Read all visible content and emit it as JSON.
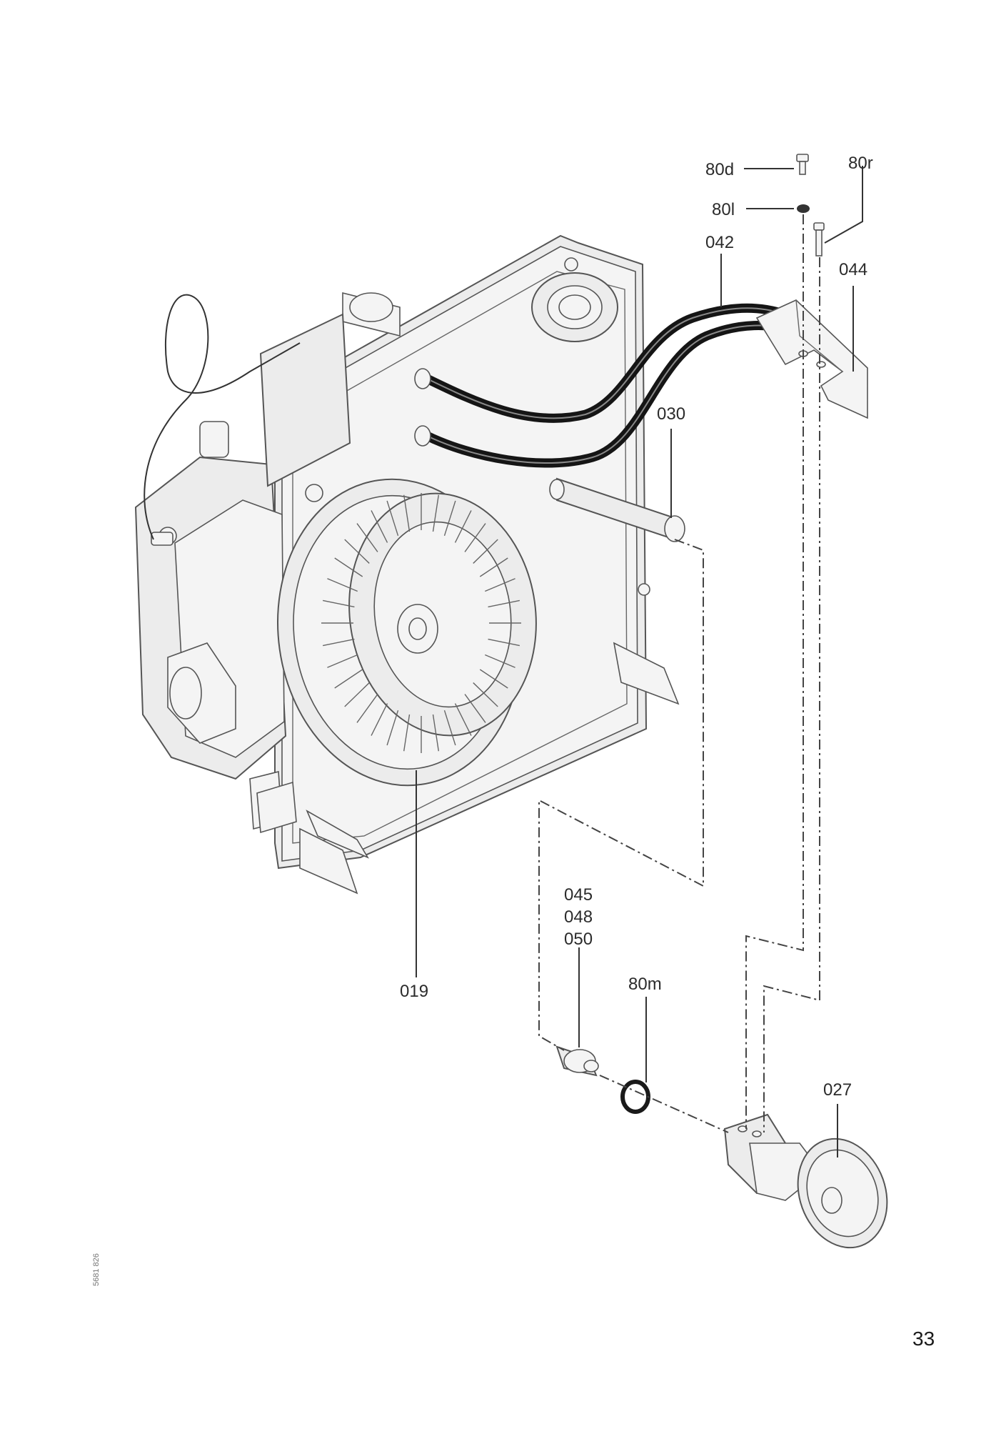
{
  "labels": {
    "80d": "80d",
    "80r": "80r",
    "80l": "80l",
    "042": "042",
    "044": "044",
    "030": "030",
    "019": "019",
    "045": "045",
    "048": "048",
    "050": "050",
    "80m": "80m",
    "027": "027"
  },
  "page_number": "33",
  "document_number": "5681 826"
}
